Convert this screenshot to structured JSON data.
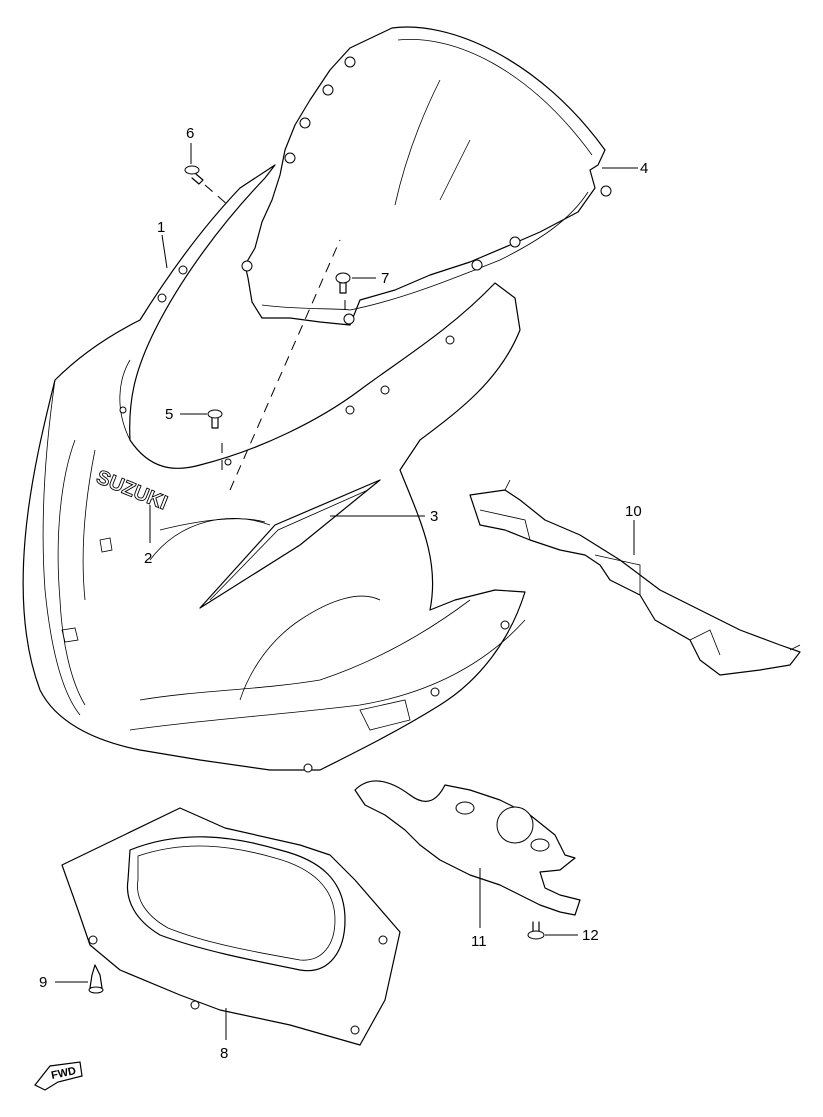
{
  "callouts": [
    "1",
    "2",
    "3",
    "4",
    "5",
    "6",
    "7",
    "8",
    "9",
    "10",
    "11",
    "12"
  ],
  "logo_text": "SUZUKI",
  "fwd_text": "FWD",
  "colors": {
    "line": "#000000",
    "background": "#ffffff"
  }
}
